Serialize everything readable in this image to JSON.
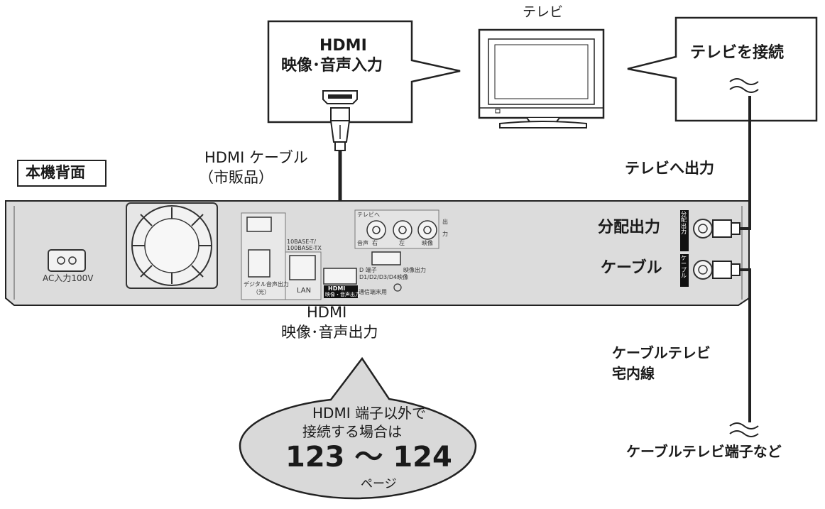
{
  "tv": {
    "title": "テレビ"
  },
  "bubbles": {
    "hdmi_input_line1": "HDMI",
    "hdmi_input_line2": "映像･音声入力",
    "tv_connect": "テレビを接続",
    "reference_line1": "HDMI 端子以外で",
    "reference_line2": "接続する場合は",
    "reference_pages": "123 ～ 124",
    "reference_unit": "ページ"
  },
  "labels": {
    "rear_panel": "本機背面",
    "hdmi_cable_line1": "HDMI ケーブル",
    "hdmi_cable_line2": "（市販品）",
    "tv_output": "テレビへ出力",
    "distribution_output": "分配出力",
    "cable": "ケーブル",
    "hdmi_output_line1": "HDMI",
    "hdmi_output_line2": "映像･音声出力",
    "cable_tv_line1": "ケーブルテレビ",
    "cable_tv_line2": "宅内線",
    "cable_tv_terminal": "ケーブルテレビ端子など"
  },
  "panel": {
    "ac_in": "AC入力100V",
    "digital_audio_out": "デジタル音声出力",
    "digital_audio_out_sub": "（光）",
    "lan": "LAN",
    "lan_spec_line1": "10BASE-T/",
    "lan_spec_line2": "100BASE-TX",
    "to_tv": "テレビへ",
    "audio": "音声",
    "right": "右",
    "left": "左",
    "video": "映像",
    "output_char1": "出",
    "output_char2": "力",
    "d_terminal_line1": "D 端子",
    "d_terminal_line2": "D1/D2/D3/D4映像",
    "video_out": "映像出力",
    "hdmi_logo": "HDMI",
    "hdmi_port_label": "映像・音声出力",
    "comm_terminal": "通信端末用",
    "dist_tag": "分配出力",
    "cable_tag": "ケーブル"
  }
}
